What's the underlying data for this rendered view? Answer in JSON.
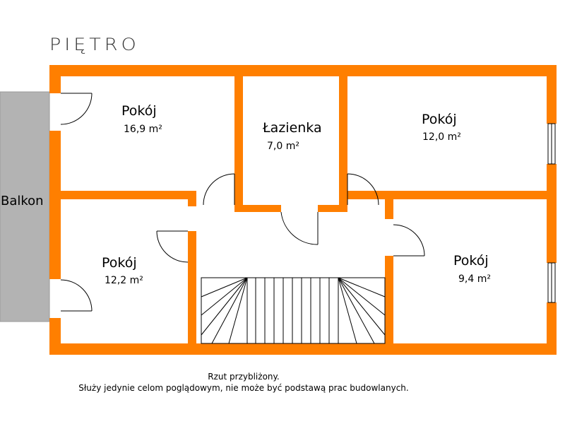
{
  "title": "PIĘTRO",
  "balcony": {
    "label": "Balkon"
  },
  "rooms": [
    {
      "name": "Pokój",
      "area": "16,9 m²"
    },
    {
      "name": "Łazienka",
      "area": "7,0 m²"
    },
    {
      "name": "Pokój",
      "area": "12,0 m²"
    },
    {
      "name": "Pokój",
      "area": "12,2 m²"
    },
    {
      "name": "Pokój",
      "area": "9,4 m²"
    }
  ],
  "notes": {
    "line1": "Rzut przybliżony.",
    "line2": "Służy jedynie celom poglądowym, nie może być podstawą prac budowlanych."
  },
  "colors": {
    "wall": "#ff7f00",
    "balcony": "#b3b3b3",
    "lines": "#000000"
  }
}
